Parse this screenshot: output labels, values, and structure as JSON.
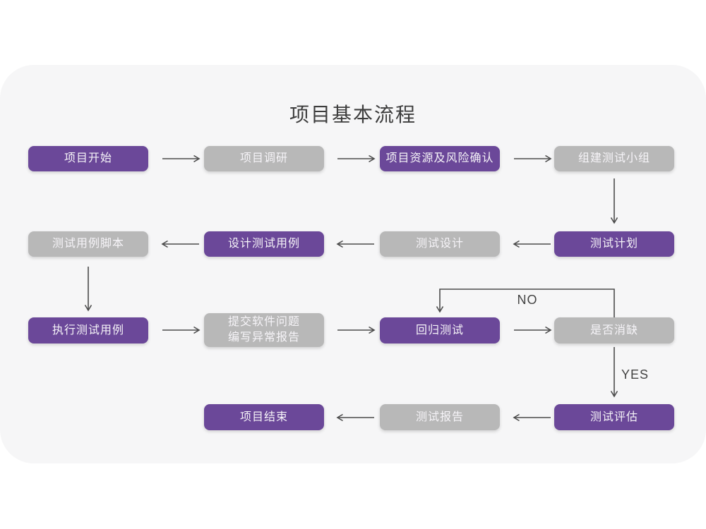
{
  "title": "项目基本流程",
  "colors": {
    "page_bg": "#ffffff",
    "card_bg": "#f6f6f7",
    "node_purple": "#6b4899",
    "node_gray": "#b8b8b8",
    "node_text": "#f6f4f8",
    "line": "#4c4c4c",
    "title_text": "#3d3d3d",
    "edge_label_text": "#434343"
  },
  "labels": {
    "no": "NO",
    "yes": "YES"
  },
  "nodes": [
    {
      "id": "project-start",
      "label": "项目开始",
      "variant": "purple"
    },
    {
      "id": "project-research",
      "label": "项目调研",
      "variant": "gray"
    },
    {
      "id": "resource-risk-confirm",
      "label": "项目资源及风险确认",
      "variant": "purple"
    },
    {
      "id": "build-test-team",
      "label": "组建测试小组",
      "variant": "gray"
    },
    {
      "id": "test-plan",
      "label": "测试计划",
      "variant": "purple"
    },
    {
      "id": "test-design",
      "label": "测试设计",
      "variant": "gray"
    },
    {
      "id": "design-test-cases",
      "label": "设计测试用例",
      "variant": "purple"
    },
    {
      "id": "test-case-script",
      "label": "测试用例脚本",
      "variant": "gray"
    },
    {
      "id": "execute-test-cases",
      "label": "执行测试用例",
      "variant": "purple"
    },
    {
      "id": "submit-issue-report",
      "lines": [
        "提交软件问题",
        "编写异常报告"
      ],
      "variant": "gray"
    },
    {
      "id": "regression-test",
      "label": "回归测试",
      "variant": "purple"
    },
    {
      "id": "defect-resolved",
      "label": "是否消缺",
      "variant": "gray"
    },
    {
      "id": "test-evaluation",
      "label": "测试评估",
      "variant": "purple"
    },
    {
      "id": "test-report",
      "label": "测试报告",
      "variant": "gray"
    },
    {
      "id": "project-end",
      "label": "项目结束",
      "variant": "purple"
    }
  ]
}
